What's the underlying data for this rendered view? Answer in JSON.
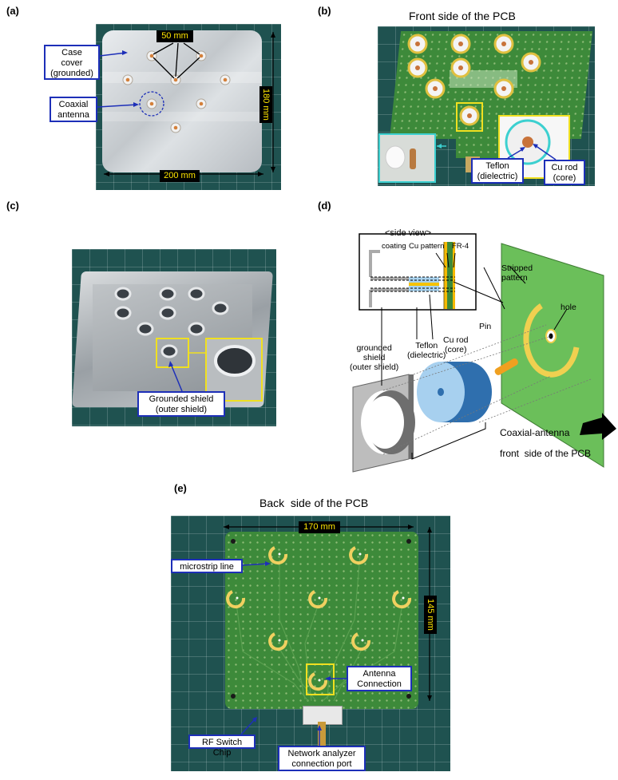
{
  "panel_a": {
    "letter": "(a)",
    "dim_50": "50 mm",
    "dim_180": "180 mm",
    "dim_200": "200 mm",
    "callout_case": "Case\ncover\n(grounded)",
    "callout_coax": "Coaxial\nantenna"
  },
  "panel_b": {
    "letter": "(b)",
    "title": "Front side of the PCB",
    "callout_teflon": "Teflon\n(dielectric)",
    "callout_curod": "Cu rod\n(core)"
  },
  "panel_c": {
    "letter": "(c)",
    "callout_shield": "Grounded shield\n(outer shield)"
  },
  "panel_d": {
    "letter": "(d)",
    "side_view": "<side view>",
    "coating": "coating",
    "cu_pattern": "Cu pattern",
    "fr4": "FR-4",
    "stripped": "Stripped\npattern",
    "hole": "hole",
    "pin": "Pin",
    "cu_rod": "Cu rod\n(core)",
    "teflon": "Teflon\n(dielectric)",
    "shield": "grounded\nshield\n(outer shield)",
    "coax_antenna": "Coaxial-antenna",
    "front": "front  side of the PCB"
  },
  "panel_e": {
    "letter": "(e)",
    "title": "Back  side of the PCB",
    "dim_170": "170 mm",
    "dim_145": "145 mm",
    "callout_microstrip": "microstrip line",
    "callout_antenna": "Antenna\nConnection",
    "callout_rf": "RF Switch Chip",
    "callout_port": "Network analyzer\nconnection port"
  },
  "colors": {
    "callout_border": "#1d2fb8",
    "dim_text": "#ffe600",
    "pcb_green": "#3d8a3a",
    "copper_ring": "#f0d060"
  }
}
